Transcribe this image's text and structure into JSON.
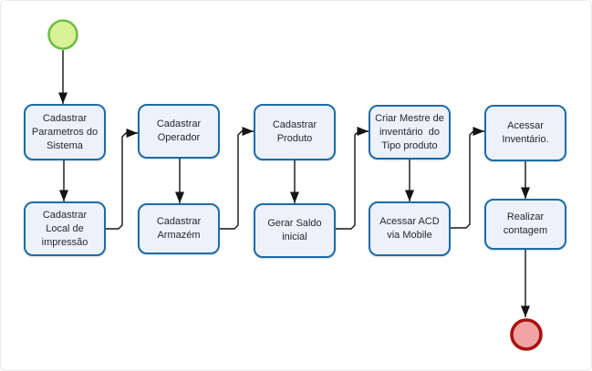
{
  "diagram": {
    "tasks": [
      {
        "id": "cadastrar-parametros-do-sistema",
        "label": "Cadastrar\nParametros do\nSistema"
      },
      {
        "id": "cadastrar-local-de-impressao",
        "label": "Cadastrar\nLocal de\nimpressão"
      },
      {
        "id": "cadastrar-operador",
        "label": "Cadastrar\nOperador"
      },
      {
        "id": "cadastrar-armazem",
        "label": "Cadastrar\nArmazém"
      },
      {
        "id": "cadastrar-produto",
        "label": "Cadastrar\nProduto"
      },
      {
        "id": "gerar-saldo-inicial",
        "label": "Gerar Saldo\ninicial"
      },
      {
        "id": "criar-mestre-inventario-tipo-produto",
        "label": "Criar Mestre de\ninventário  do\nTipo produto"
      },
      {
        "id": "acessar-acd-via-mobile",
        "label": "Acessar ACD\nvia Mobile"
      },
      {
        "id": "acessar-inventario",
        "label": "Acessar\nInventário."
      },
      {
        "id": "realizar-contagem",
        "label": "Realizar\ncontagem"
      }
    ],
    "events": {
      "start": {
        "type": "start-event",
        "shape": "circle"
      },
      "end": {
        "type": "end-event",
        "shape": "circle"
      }
    },
    "flows": [
      [
        "start-event",
        "cadastrar-parametros-do-sistema"
      ],
      [
        "cadastrar-parametros-do-sistema",
        "cadastrar-local-de-impressao"
      ],
      [
        "cadastrar-local-de-impressao",
        "cadastrar-operador"
      ],
      [
        "cadastrar-operador",
        "cadastrar-armazem"
      ],
      [
        "cadastrar-armazem",
        "cadastrar-produto"
      ],
      [
        "cadastrar-produto",
        "gerar-saldo-inicial"
      ],
      [
        "gerar-saldo-inicial",
        "criar-mestre-inventario-tipo-produto"
      ],
      [
        "criar-mestre-inventario-tipo-produto",
        "acessar-acd-via-mobile"
      ],
      [
        "acessar-acd-via-mobile",
        "acessar-inventario"
      ],
      [
        "acessar-inventario",
        "realizar-contagem"
      ],
      [
        "realizar-contagem",
        "end-event"
      ]
    ],
    "colors": {
      "task_border": "#1b6ca8",
      "task_fill": "#edf1fa",
      "task_text": "#1c2732",
      "start_fill": "#d9f295",
      "start_border": "#6ebe45",
      "end_fill": "#f0a4a4",
      "end_border": "#aa1111",
      "connector": "#141414"
    }
  }
}
